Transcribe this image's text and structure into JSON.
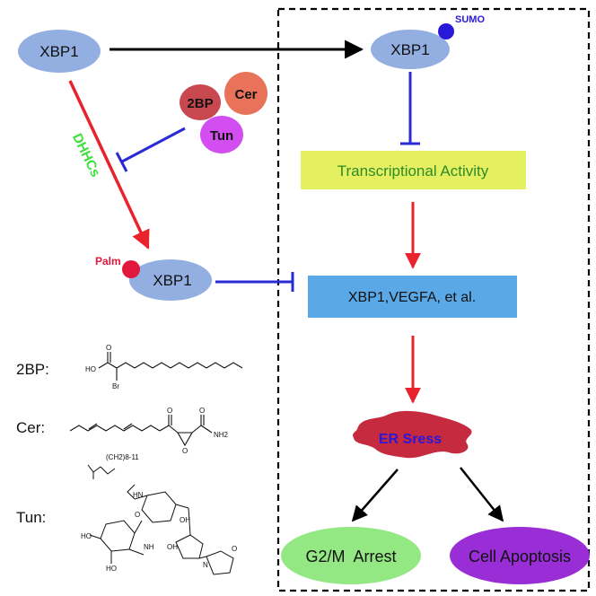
{
  "nodes": {
    "xbp1_top_left": "XBP1",
    "xbp1_sumo": "XBP1",
    "sumo_label": "SUMO",
    "dhhcs_label": "DHHCs",
    "inhibitor_2bp": "2BP",
    "inhibitor_cer": "Cer",
    "inhibitor_tun": "Tun",
    "palm_label": "Palm",
    "xbp1_palm": "XBP1",
    "transcriptional_activity": "Transcriptional Activity",
    "targets": "XBP1,VEGFA, et al.",
    "er_stress": "ER Sress",
    "g2m_arrest": "G2/M  Arrest",
    "cell_apoptosis": "Cell Apoptosis"
  },
  "structures": {
    "label_2bp": "2BP:",
    "label_cer": "Cer:",
    "label_tun": "Tun:",
    "atoms_2bp": {
      "ho": "HO",
      "o": "O",
      "br": "Br"
    },
    "atoms_cer": {
      "o1": "O",
      "o2": "O",
      "o3": "O",
      "nh2": "NH2"
    },
    "atoms_tun": {
      "ch2": "(CH2)8-11",
      "hn": "HN",
      "o": "O",
      "oh": "OH",
      "ho": "HO",
      "n": "N",
      "nh": "NH"
    }
  },
  "colors": {
    "xbp1_fill": "#93aee0",
    "black_arrow": "#000000",
    "blue_inhibit": "#2b2bd6",
    "red_arrow": "#e8232b",
    "dhhcs_text": "#3de03a",
    "sumo": "#2a18d9",
    "palm": "#e0193d",
    "cer": "#e8735a",
    "bp2": "#c9484f",
    "tun": "#d24ef0",
    "transcription_box": "#e5f060",
    "transcription_text": "#2f8a2a",
    "targets_box": "#5aa8e6",
    "er_stress_fill": "#c62a3f",
    "er_stress_text": "#2a18d9",
    "g2m_fill": "#93e883",
    "apoptosis_fill": "#9a2ed6"
  }
}
